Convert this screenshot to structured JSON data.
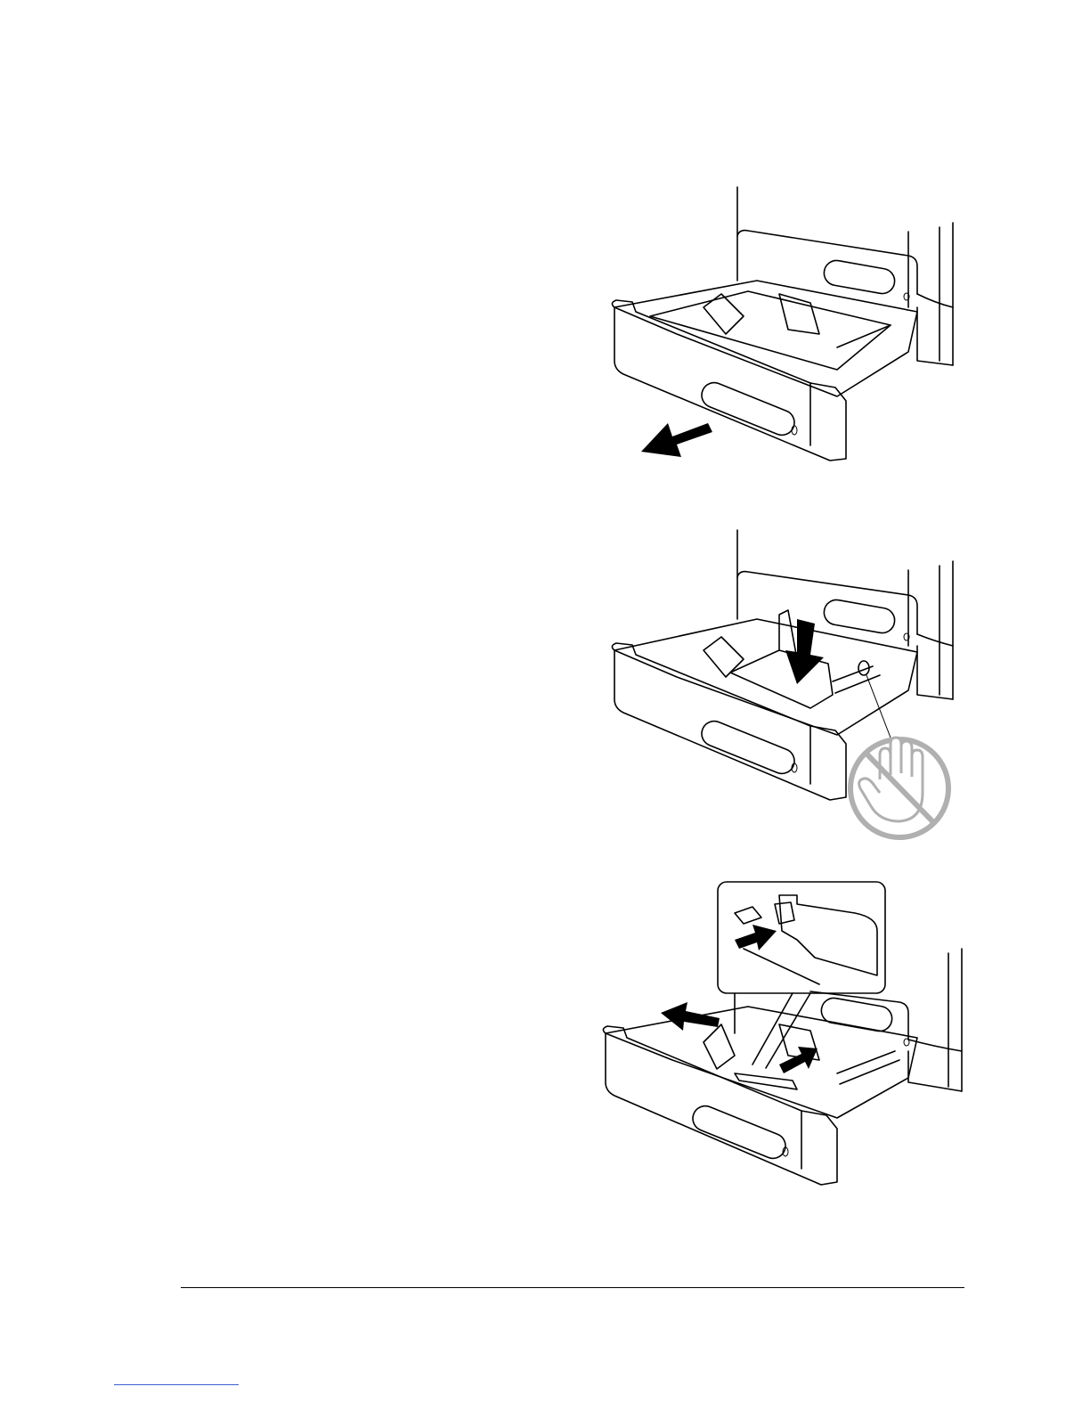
{
  "page": {
    "figures": [
      {
        "id": "pull-out-tray",
        "icons": [
          "printer-icon",
          "paper-tray-icon",
          "arrow-pull-icon"
        ],
        "tray_fill": "#c9c9c9"
      },
      {
        "id": "press-down-plate",
        "icons": [
          "printer-icon",
          "paper-tray-icon",
          "arrow-down-icon",
          "no-touch-hand-icon"
        ],
        "plate_fill": "#c9c9c9",
        "warning_color": "#b0b0b0"
      },
      {
        "id": "slide-guides",
        "icons": [
          "printer-icon",
          "paper-tray-icon",
          "callout-detail-icon",
          "arrow-left-icon",
          "arrow-right-icon"
        ],
        "guide_fill": "#9a9a9a"
      }
    ],
    "colors": {
      "text": "#000000",
      "link_underline": "#3a5fd0"
    }
  }
}
